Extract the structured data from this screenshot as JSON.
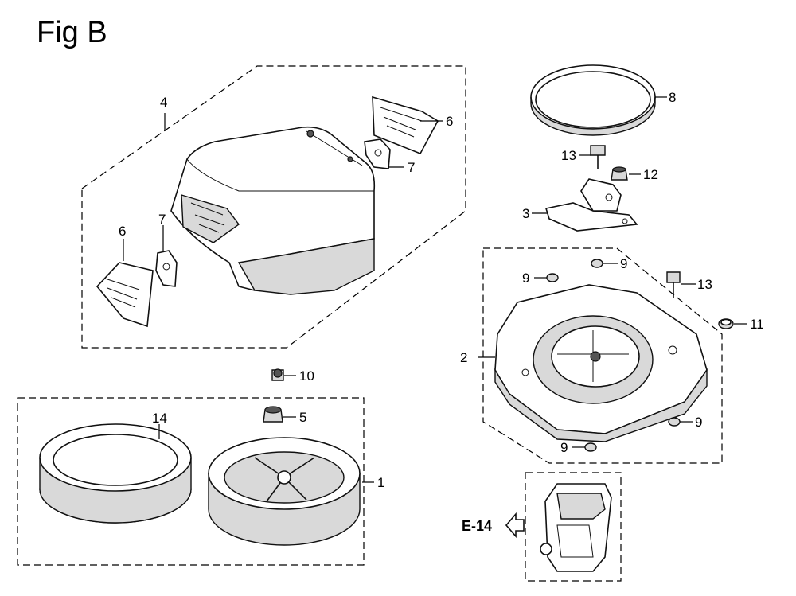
{
  "figure": {
    "title": "Fig B"
  },
  "callouts": {
    "c1": "1",
    "c2": "2",
    "c3": "3",
    "c4": "4",
    "c5": "5",
    "c6a": "6",
    "c6b": "6",
    "c7a": "7",
    "c7b": "7",
    "c8": "8",
    "c9a": "9",
    "c9b": "9",
    "c9c": "9",
    "c9d": "9",
    "c10": "10",
    "c11": "11",
    "c12": "12",
    "c13a": "13",
    "c13b": "13",
    "c14": "14"
  },
  "reference": {
    "label": "E-14"
  }
}
